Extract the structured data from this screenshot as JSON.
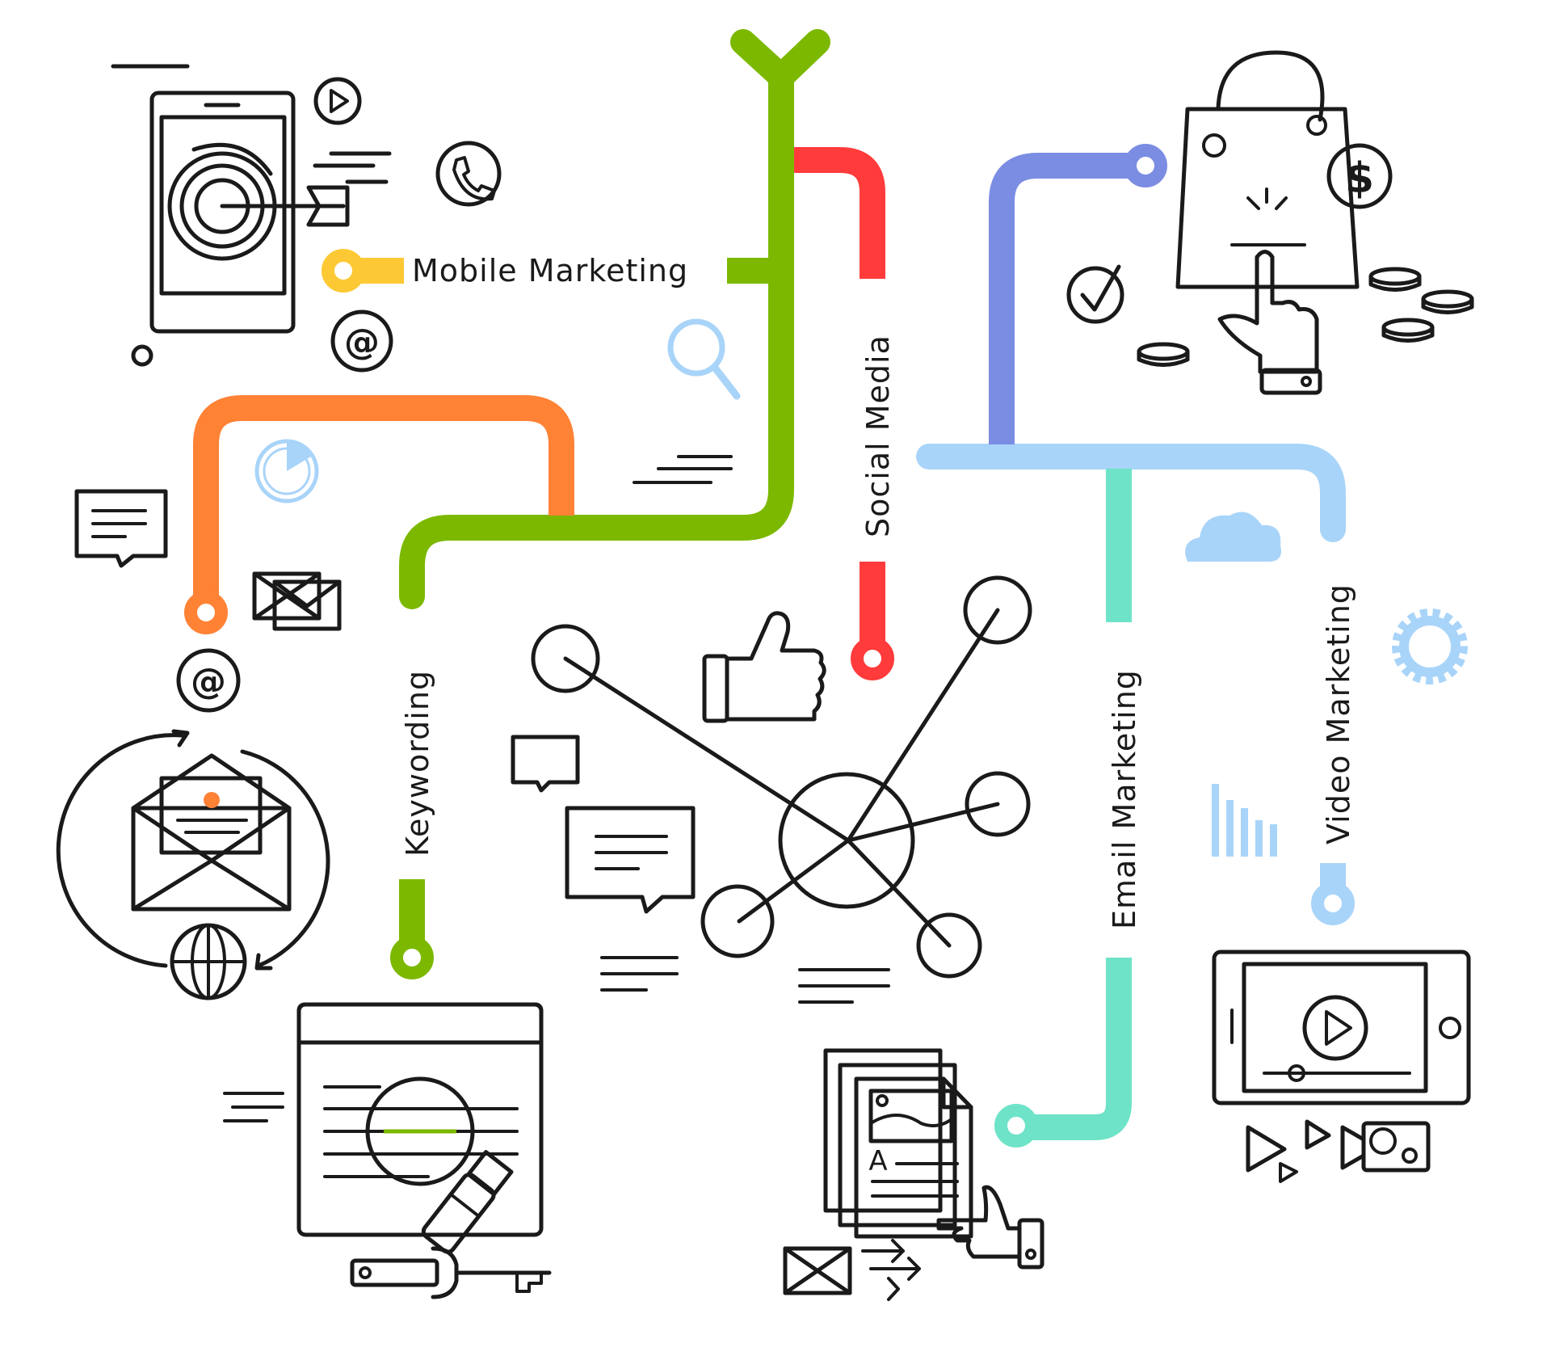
{
  "labels": {
    "mobile_marketing": "Mobile Marketing",
    "social_media": "Social Media",
    "keywording": "Keywording",
    "email_marketing": "Email Marketing",
    "video_marketing": "Video Marketing"
  },
  "icon_text": {
    "at_sign": "@",
    "dollar": "$",
    "letter_a": "A"
  },
  "colors": {
    "green": "#7cb800",
    "red": "#ff3b3b",
    "orange": "#ff8235",
    "indigo": "#7b8de2",
    "light_blue": "#a9d4f9",
    "teal": "#6ee3c7",
    "yellow": "#fcc934",
    "outline": "#1a1a1a"
  }
}
